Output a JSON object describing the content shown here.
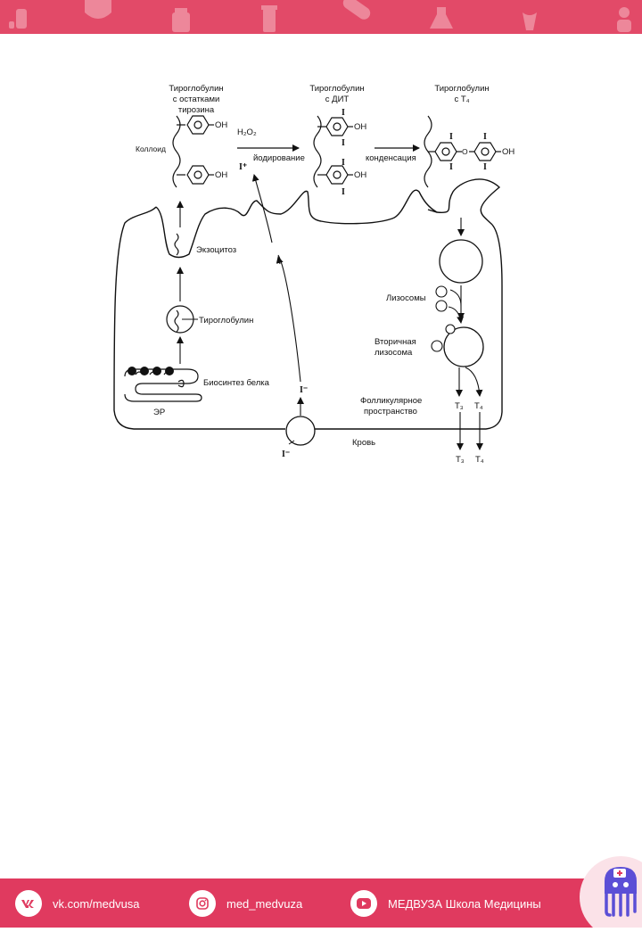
{
  "header": {
    "icons": [
      "flask-icon",
      "shield-icon",
      "medicine-bottle-icon",
      "pill-bottle-icon",
      "capsule-icon",
      "erlenmeyer-flask-icon",
      "ribbon-icon",
      "person-icon"
    ],
    "color": "#e24a68"
  },
  "diagram": {
    "titles": {
      "tg_tyrosine_1": "Тироглобулин",
      "tg_tyrosine_2": "с остатками",
      "tg_tyrosine_3": "тирозина",
      "tg_dit_1": "Тироглобулин",
      "tg_dit_2": "с ДИТ",
      "tg_t4_1": "Тироглобулин",
      "tg_t4_2": "с T₄"
    },
    "labels": {
      "colloid": "Коллоид",
      "h2o2": "H₂O₂",
      "iodide_plus": "I⁺",
      "iodination": "йодирование",
      "condensation": "конденсация",
      "exocytosis": "Экзоцитоз",
      "thyroglobulin": "Тироглобулин",
      "lysosomes": "Лизосомы",
      "secondary_lysosome_1": "Вторичная",
      "secondary_lysosome_2": "лизосома",
      "protein_biosynthesis": "Биосинтез белка",
      "er": "ЭР",
      "iodide_minus_in": "I⁻",
      "iodide_minus_blood": "I⁻",
      "follicular_space_1": "Фолликулярное",
      "follicular_space_2": "пространство",
      "blood": "Кровь",
      "t3_in": "T₃",
      "t4_in": "T₄",
      "t3_out": "T₃",
      "t4_out": "T₄"
    },
    "chem": {
      "oh": "OH",
      "iodine": "I",
      "oxygen": "O"
    }
  },
  "footer": {
    "color": "#e03a5f",
    "vk_text": "vk.com/medvusa",
    "instagram_text": "med_medvuza",
    "youtube_text": "МЕДВУЗА Школа Медицины"
  }
}
